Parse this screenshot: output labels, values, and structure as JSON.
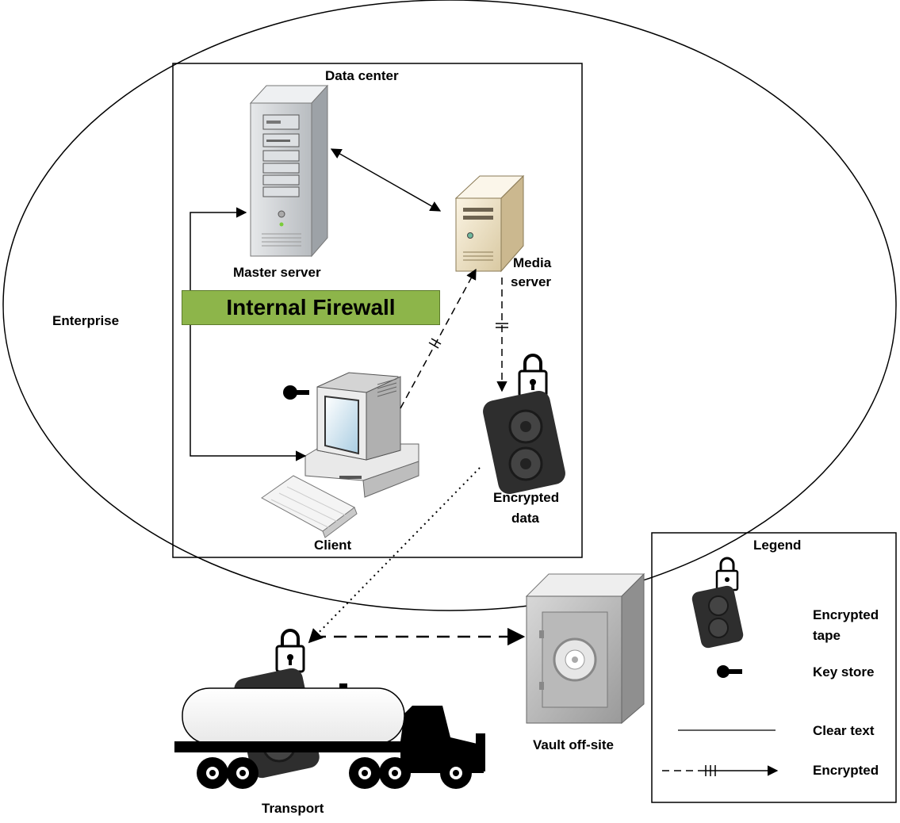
{
  "labels": {
    "data_center": "Data center",
    "master_server": "Master server",
    "media_server_line1": "Media",
    "media_server_line2": "server",
    "firewall": "Internal Firewall",
    "enterprise": "Enterprise",
    "client": "Client",
    "encrypted_data_line1": "Encrypted",
    "encrypted_data_line2": "data",
    "transport": "Transport",
    "vault": "Vault off-site"
  },
  "legend": {
    "title": "Legend",
    "items": [
      {
        "icon": "encrypted-tape-icon",
        "label_line1": "Encrypted",
        "label_line2": "tape"
      },
      {
        "icon": "key-icon",
        "label_line1": "Key store",
        "label_line2": ""
      },
      {
        "icon": "solid-line",
        "label_line1": "Clear text",
        "label_line2": ""
      },
      {
        "icon": "encrypted-line",
        "label_line1": "Encrypted",
        "label_line2": ""
      }
    ]
  },
  "colors": {
    "firewall_fill": "#8db54a",
    "firewall_border": "#5d7b2c",
    "server_gray": "#c8ccd0",
    "media_server_beige": "#efe2c4",
    "tape_black": "#2a2a2a"
  }
}
